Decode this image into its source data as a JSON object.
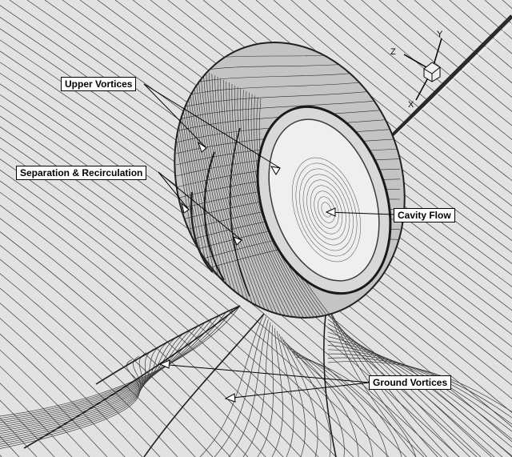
{
  "annotations": {
    "upper_vortices": "Upper Vortices",
    "separation_recirculation": "Separation & Recirculation",
    "cavity_flow": "Cavity Flow",
    "ground_vortices": "Ground Vortices"
  },
  "axes_triad": {
    "x": "X",
    "y": "Y",
    "z": "Z"
  },
  "colors": {
    "background": "#e2e2e2",
    "streamline": "#3a3a3a",
    "tire_fill": "#c4c4c4",
    "tire_dark": "#555555",
    "callout_fill": "#ffffff",
    "arrow_fill": "#ffffff"
  }
}
